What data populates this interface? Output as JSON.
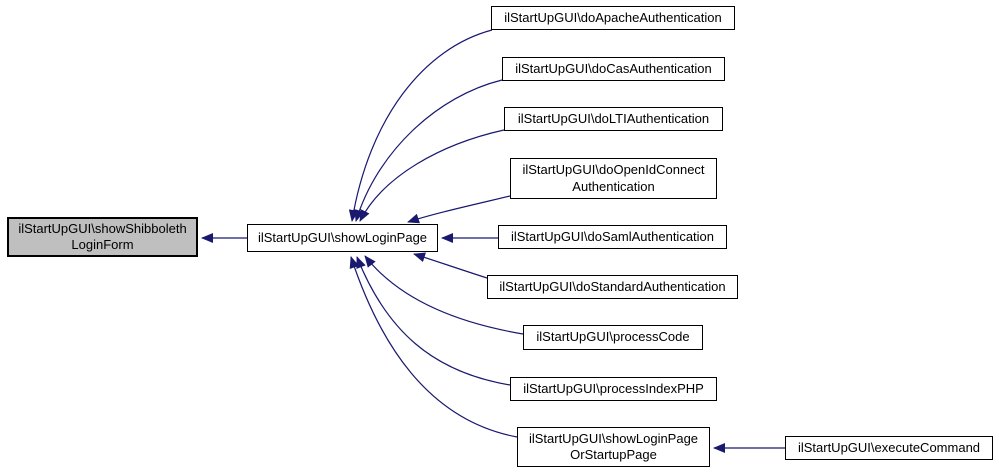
{
  "graph": {
    "kind": "caller-graph",
    "edge_color": "#191970",
    "node_border_color": "#000000",
    "node_fill": "#ffffff",
    "highlighted_node_fill": "#bfbfbf",
    "nodes": [
      {
        "id": "show-shibboleth-login-form",
        "line1": "ilStartUpGUI\\showShibboleth",
        "line2": "LoginForm",
        "highlighted": true
      },
      {
        "id": "show-login-page",
        "line1": "ilStartUpGUI\\showLoginPage"
      },
      {
        "id": "do-apache-authentication",
        "line1": "ilStartUpGUI\\doApacheAuthentication"
      },
      {
        "id": "do-cas-authentication",
        "line1": "ilStartUpGUI\\doCasAuthentication"
      },
      {
        "id": "do-lti-authentication",
        "line1": "ilStartUpGUI\\doLTIAuthentication"
      },
      {
        "id": "do-open-id-connect-authentication",
        "line1": "ilStartUpGUI\\doOpenIdConnect",
        "line2": "Authentication"
      },
      {
        "id": "do-saml-authentication",
        "line1": "ilStartUpGUI\\doSamlAuthentication"
      },
      {
        "id": "do-standard-authentication",
        "line1": "ilStartUpGUI\\doStandardAuthentication"
      },
      {
        "id": "process-code",
        "line1": "ilStartUpGUI\\processCode"
      },
      {
        "id": "process-index-php",
        "line1": "ilStartUpGUI\\processIndexPHP"
      },
      {
        "id": "show-login-page-or-startup-page",
        "line1": "ilStartUpGUI\\showLoginPage",
        "line2": "OrStartupPage"
      },
      {
        "id": "execute-command",
        "line1": "ilStartUpGUI\\executeCommand"
      }
    ],
    "edges": [
      {
        "from": "show-login-page",
        "to": "show-shibboleth-login-form"
      },
      {
        "from": "do-apache-authentication",
        "to": "show-login-page"
      },
      {
        "from": "do-cas-authentication",
        "to": "show-login-page"
      },
      {
        "from": "do-lti-authentication",
        "to": "show-login-page"
      },
      {
        "from": "do-open-id-connect-authentication",
        "to": "show-login-page"
      },
      {
        "from": "do-saml-authentication",
        "to": "show-login-page"
      },
      {
        "from": "do-standard-authentication",
        "to": "show-login-page"
      },
      {
        "from": "process-code",
        "to": "show-login-page"
      },
      {
        "from": "process-index-php",
        "to": "show-login-page"
      },
      {
        "from": "show-login-page-or-startup-page",
        "to": "show-login-page"
      },
      {
        "from": "execute-command",
        "to": "show-login-page-or-startup-page"
      }
    ]
  }
}
